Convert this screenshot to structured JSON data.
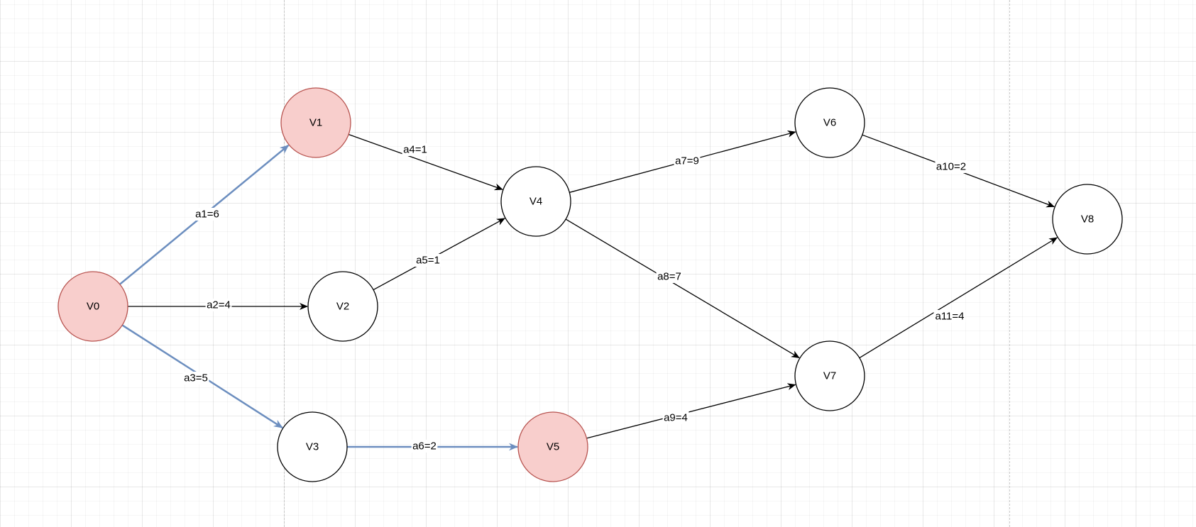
{
  "colors": {
    "critical_fill": "#f8cecc",
    "critical_stroke": "#b85450",
    "normal_fill": "#ffffff",
    "normal_stroke": "#000000",
    "edge_normal": "#000000",
    "edge_critical": "#6c8ebf"
  },
  "nodes": [
    {
      "id": "V0",
      "label": "V0",
      "critical": true
    },
    {
      "id": "V1",
      "label": "V1",
      "critical": true
    },
    {
      "id": "V2",
      "label": "V2",
      "critical": false
    },
    {
      "id": "V3",
      "label": "V3",
      "critical": false
    },
    {
      "id": "V4",
      "label": "V4",
      "critical": false
    },
    {
      "id": "V5",
      "label": "V5",
      "critical": true
    },
    {
      "id": "V6",
      "label": "V6",
      "critical": false
    },
    {
      "id": "V7",
      "label": "V7",
      "critical": false
    },
    {
      "id": "V8",
      "label": "V8",
      "critical": false
    }
  ],
  "edges": [
    {
      "id": "a1",
      "from": "V0",
      "to": "V1",
      "label": "a1=6",
      "critical": true
    },
    {
      "id": "a2",
      "from": "V0",
      "to": "V2",
      "label": "a2=4",
      "critical": false
    },
    {
      "id": "a3",
      "from": "V0",
      "to": "V3",
      "label": "a3=5",
      "critical": true
    },
    {
      "id": "a4",
      "from": "V1",
      "to": "V4",
      "label": "a4=1",
      "critical": false
    },
    {
      "id": "a5",
      "from": "V2",
      "to": "V4",
      "label": "a5=1",
      "critical": false
    },
    {
      "id": "a6",
      "from": "V3",
      "to": "V5",
      "label": "a6=2",
      "critical": true
    },
    {
      "id": "a7",
      "from": "V4",
      "to": "V6",
      "label": "a7=9",
      "critical": false
    },
    {
      "id": "a8",
      "from": "V4",
      "to": "V7",
      "label": "a8=7",
      "critical": false
    },
    {
      "id": "a9",
      "from": "V5",
      "to": "V7",
      "label": "a9=4",
      "critical": false
    },
    {
      "id": "a10",
      "from": "V6",
      "to": "V8",
      "label": "a10=2",
      "critical": false
    },
    {
      "id": "a11",
      "from": "V7",
      "to": "V8",
      "label": "a11=4",
      "critical": false
    }
  ]
}
